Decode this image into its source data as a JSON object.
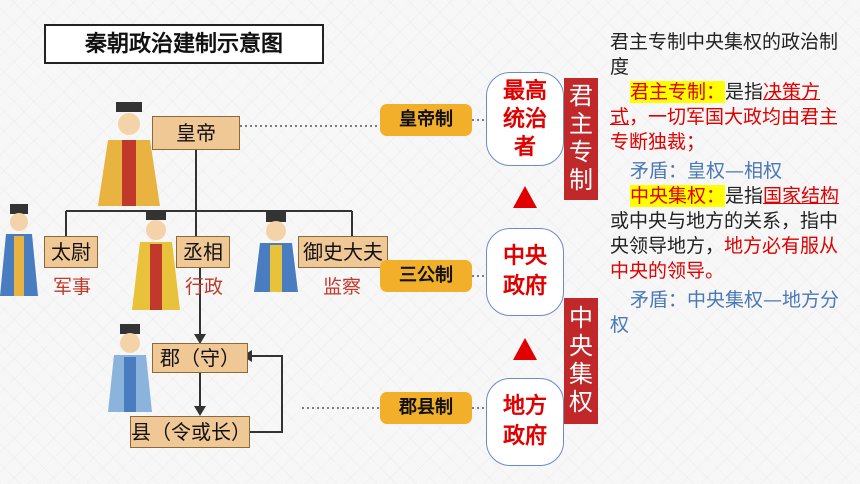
{
  "title": "秦朝政治建制示意图",
  "officials": {
    "emperor": "皇帝",
    "taiwei": "太尉",
    "chengxiang": "丞相",
    "yushi": "御史大夫",
    "jun": "郡（守）",
    "xian": "县（令或长）"
  },
  "duties": {
    "taiwei": "军事",
    "chengxiang": "行政",
    "yushi": "监察"
  },
  "systems": {
    "emperor_system": "皇帝制",
    "three_ministers": "三公制",
    "commandery": "郡县制"
  },
  "levels": {
    "top": [
      "最高",
      "统治",
      "者"
    ],
    "central": [
      "中央",
      "政府"
    ],
    "local": [
      "地方",
      "政府"
    ]
  },
  "bars": {
    "autocracy": "君主专制",
    "centralization": "中央集权"
  },
  "notes": {
    "heading": "君主专制中央集权的政治制度",
    "autocracy_term": "君主专制",
    "autocracy_colon": "：",
    "autocracy_def1": "是指",
    "autocracy_key": "决策方式",
    "autocracy_def2": "，一切军国大政均由君主专断独裁；",
    "contradiction1": "矛盾：皇权—相权",
    "central_term": "中央集权",
    "central_colon": "：",
    "central_def1": "是指",
    "central_key": "国家结构",
    "central_def2": "或中央与地方的关系，指中央领导地方，",
    "central_def3": "地方必有服从中央的领导。",
    "contradiction2": "矛盾：中央集权—地方分权"
  },
  "colors": {
    "accent_red": "#c0282a",
    "gold": "#f2b02a",
    "box_tan": "#f0c896",
    "note_blue": "#4a78b8"
  }
}
